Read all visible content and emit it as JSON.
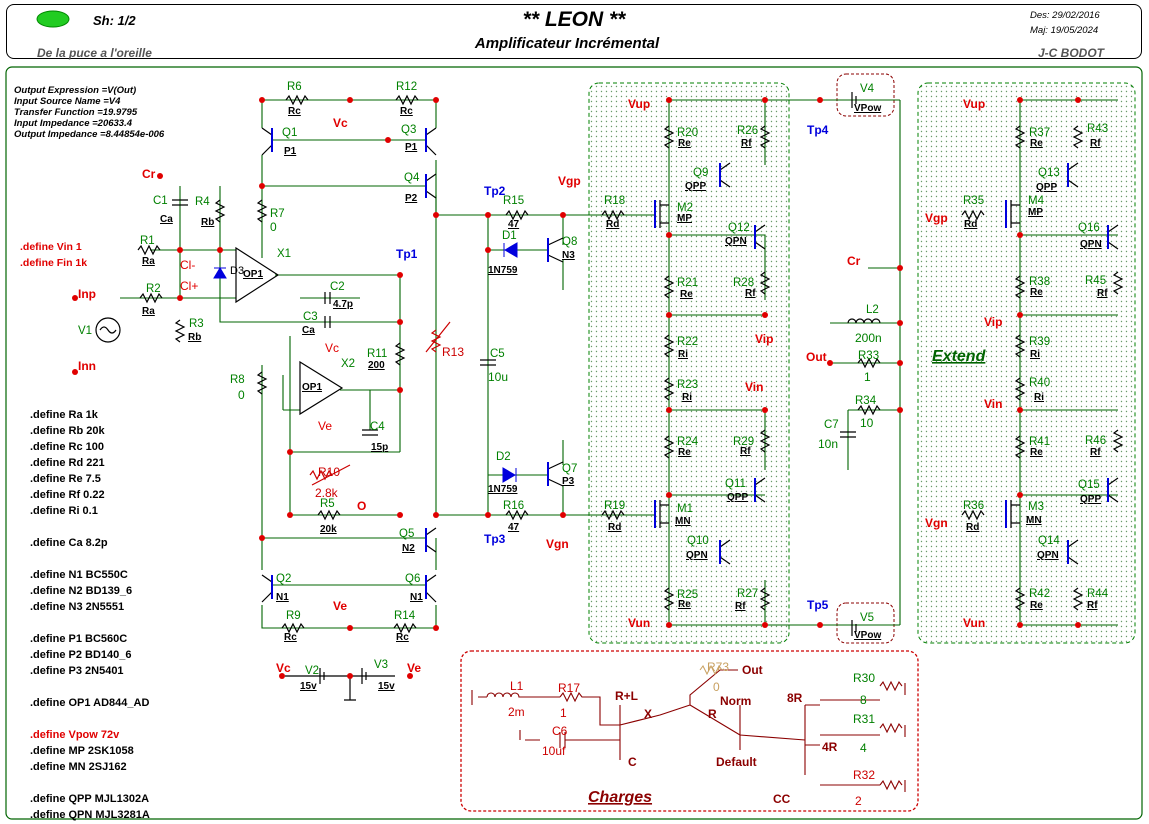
{
  "header": {
    "sheet": "Sh: 1/2",
    "title": "** LEON **",
    "subtitle": "Amplificateur Incrémental",
    "tagline": "De la puce a l'oreille",
    "des": "Des: 29/02/2016",
    "maj": "Maj: 19/05/2024",
    "author": "J-C BODOT",
    "indicator_color": "#22cc22"
  },
  "analysis": [
    "Output Expression =V(Out)",
    "Input Source Name =V4",
    "Transfer Function =19.9795",
    "Input Impedance =20633.4",
    "Output Impedance =8.44854e-006"
  ],
  "defines_top": [
    ".define Vin 1",
    ".define Fin 1k"
  ],
  "defines": [
    {
      "t": ".define Ra 1k",
      "red": false
    },
    {
      "t": ".define Rb 20k",
      "red": false
    },
    {
      "t": ".define Rc 100",
      "red": false
    },
    {
      "t": ".define Rd 221",
      "red": false
    },
    {
      "t": ".define Re 7.5",
      "red": false
    },
    {
      "t": ".define Rf 0.22",
      "red": false
    },
    {
      "t": ".define Ri 0.1",
      "red": false
    },
    {
      "t": "",
      "red": false
    },
    {
      "t": ".define Ca 8.2p",
      "red": false
    },
    {
      "t": "",
      "red": false
    },
    {
      "t": ".define N1 BC550C",
      "red": false
    },
    {
      "t": ".define N2 BD139_6",
      "red": false
    },
    {
      "t": ".define N3 2N5551",
      "red": false
    },
    {
      "t": "",
      "red": false
    },
    {
      "t": ".define P1 BC560C",
      "red": false
    },
    {
      "t": ".define P2 BD140_6",
      "red": false
    },
    {
      "t": ".define P3 2N5401",
      "red": false
    },
    {
      "t": "",
      "red": false
    },
    {
      "t": ".define OP1 AD844_AD",
      "red": false
    },
    {
      "t": "",
      "red": false
    },
    {
      "t": ".define Vpow 72v",
      "red": true
    },
    {
      "t": ".define MP 2SK1058",
      "red": false
    },
    {
      "t": ".define MN 2SJ162",
      "red": false
    },
    {
      "t": "",
      "red": false
    },
    {
      "t": ".define QPP MJL1302A",
      "red": false
    },
    {
      "t": ".define QPN MJL3281A",
      "red": false
    }
  ],
  "blocks": {
    "extend": "Extend",
    "charges": "Charges"
  },
  "colors": {
    "wire": "#006400",
    "component": "#000000",
    "label_green": "#008000",
    "net_red": "#e00000",
    "net_blue": "#0000dd",
    "charges_frame": "#cc0000",
    "charges_text": "#8b0000"
  }
}
